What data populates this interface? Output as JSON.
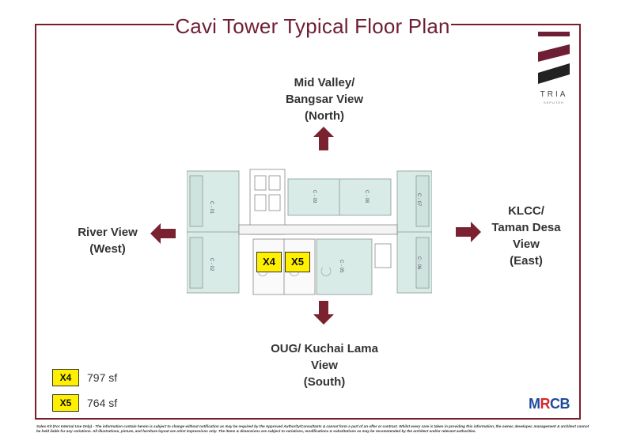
{
  "title": "Cavi Tower Typical Floor Plan",
  "brand": {
    "logo_text": "TRIA",
    "logo_sub": "SEPUTEH",
    "logo_color": "#6e1f35",
    "developer_logo": "MRCB"
  },
  "views": {
    "north": {
      "line1": "Mid Valley/",
      "line2": "Bangsar View",
      "line3": "(North)"
    },
    "west": {
      "line1": "River View",
      "line2": "(West)"
    },
    "east": {
      "line1": "KLCC/",
      "line2": "Taman Desa",
      "line3": "View",
      "line4": "(East)"
    },
    "south": {
      "line1": "OUG/ Kuchai Lama",
      "line2": "View",
      "line3": "(South)"
    }
  },
  "plan_units": {
    "u01": "C - 01",
    "u02": "C - 02",
    "u05": "C - 05",
    "u06": "C - 06",
    "u07": "C - 07",
    "u08": "C - 08",
    "u09": "C - 09"
  },
  "highlight_units": {
    "x4": "X4",
    "x5": "X5"
  },
  "legend": [
    {
      "unit": "X4",
      "size": "797 sf"
    },
    {
      "unit": "X5",
      "size": "764 sf"
    }
  ],
  "disclaimer": "Sales Kit (For Internal Use Only) - The information contain herein is subject to change without notification as may be required by the Approved Authority/Consultants & cannot form a part of an offer or contract. Whilst every care is taken in providing this information, the owner, developer, management & architect cannot be held liable for any variations. All illustrations, picture, and furniture layout are artist impressions only. The items & dimensions are subject to variations, modifications & substitutions as may be recommended by the architect and/or relevant authorities.",
  "colors": {
    "accent": "#6e1f35",
    "unit_fill": "#d9ebe7",
    "highlight": "#fff000",
    "arrow": "#7a2230"
  }
}
